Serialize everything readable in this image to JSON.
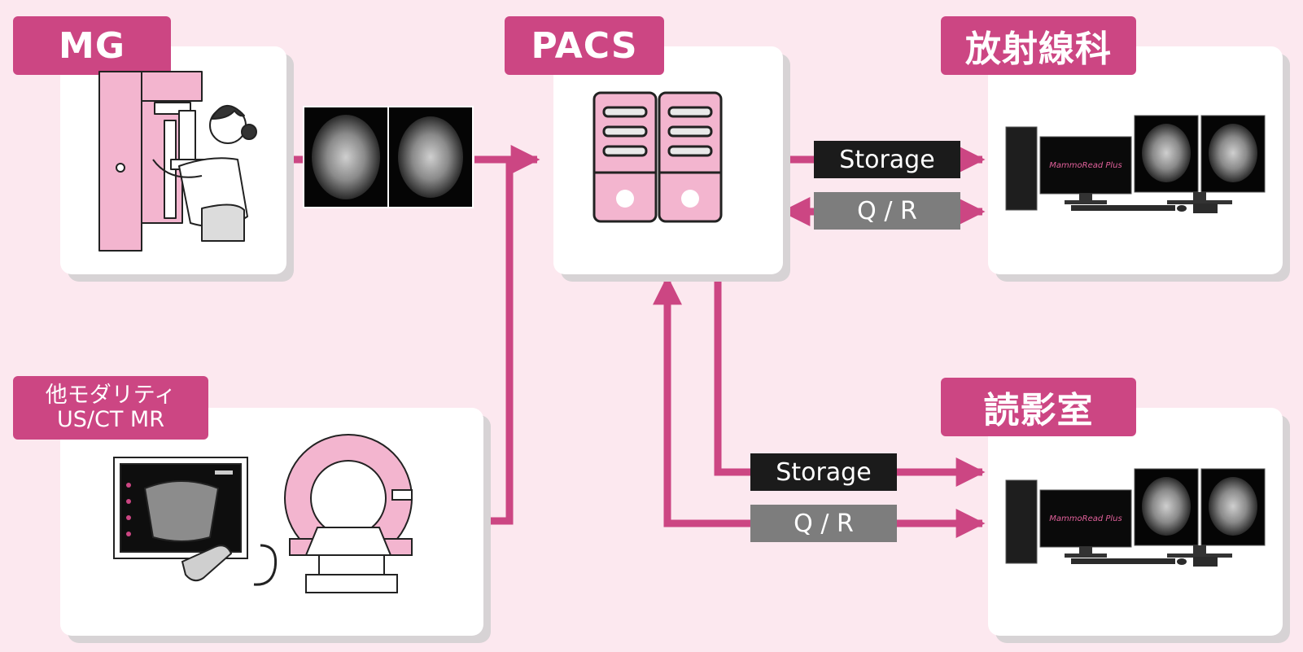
{
  "nodes": {
    "mg": {
      "label": "MG"
    },
    "pacs": {
      "label": "PACS"
    },
    "radiology": {
      "label": "放射線科"
    },
    "other": {
      "label": "他モダリティ\nUS/CT MR"
    },
    "reading_room": {
      "label": "読影室"
    }
  },
  "links": {
    "radiology_storage": "Storage",
    "radiology_qr": "Q / R",
    "reading_storage": "Storage",
    "reading_qr": "Q / R"
  },
  "workstation": {
    "brand": "MammoRead Plus"
  },
  "colors": {
    "accent": "#cc4683",
    "background": "#fce8ef",
    "card": "#ffffff",
    "pink_light": "#f0b3cc"
  },
  "icons": [
    "mammography-operator-icon",
    "mammogram-images",
    "server-icon",
    "workstation-icon",
    "ultrasound-icon",
    "ct-scanner-icon"
  ]
}
